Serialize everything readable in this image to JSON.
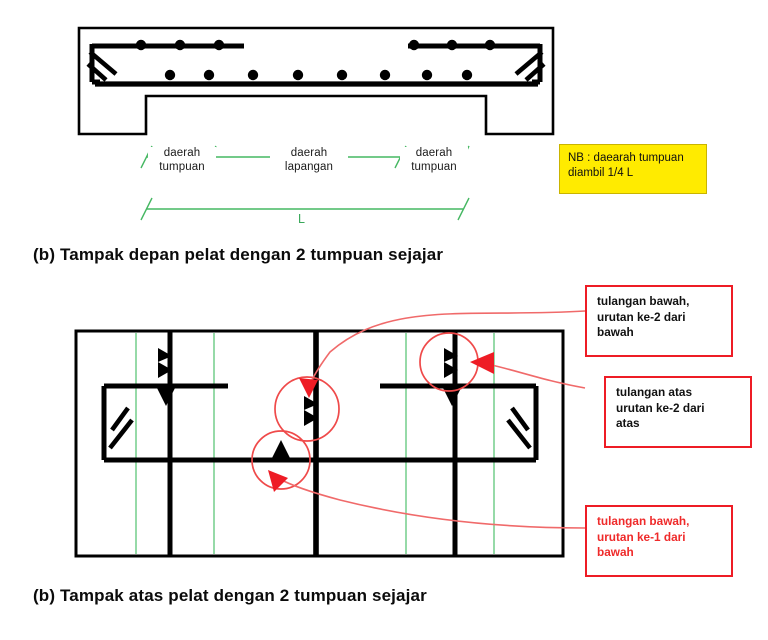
{
  "section_view": {
    "name": "cross-section-slab-two-parallel-supports",
    "dimension_spans": [
      {
        "id": "left-support",
        "label": "daerah\ntumpuan"
      },
      {
        "id": "midspan",
        "label": "daerah\nlapangan"
      },
      {
        "id": "right-support",
        "label": "daerah\ntumpuan"
      }
    ],
    "total_span_label": "L",
    "note_box": {
      "text": "NB : daearah tumpuan\ndiambil 1/4 L",
      "background": "#ffeb00",
      "text_color": "#101010"
    },
    "caption": "(b) Tampak depan pelat dengan 2 tumpuan sejajar"
  },
  "plan_view": {
    "name": "plan-view-slab-two-parallel-supports",
    "caption": "(b) Tampak atas pelat dengan 2 tumpuan sejajar",
    "callouts": [
      {
        "id": "bottom-bar-second",
        "text": "tulangan bawah,\nurutan ke-2 dari\nbawah",
        "text_color": "#111111",
        "border_color": "#ee1c25"
      },
      {
        "id": "top-bar-second",
        "text": "tulangan atas\nurutan ke-2 dari\natas",
        "text_color": "#111111",
        "border_color": "#ee1c25"
      },
      {
        "id": "bottom-bar-first",
        "text": "tulangan bawah,\nurutan ke-1 dari\nbawah",
        "text_color": "#ef2a2a",
        "border_color": "#ee1c25"
      }
    ]
  },
  "colors": {
    "dimension_green": "#45b862",
    "annotation_red": "#ee1c25",
    "leader_red": "#f06a6a",
    "structure_black": "#000000",
    "note_yellow": "#ffeb00"
  }
}
